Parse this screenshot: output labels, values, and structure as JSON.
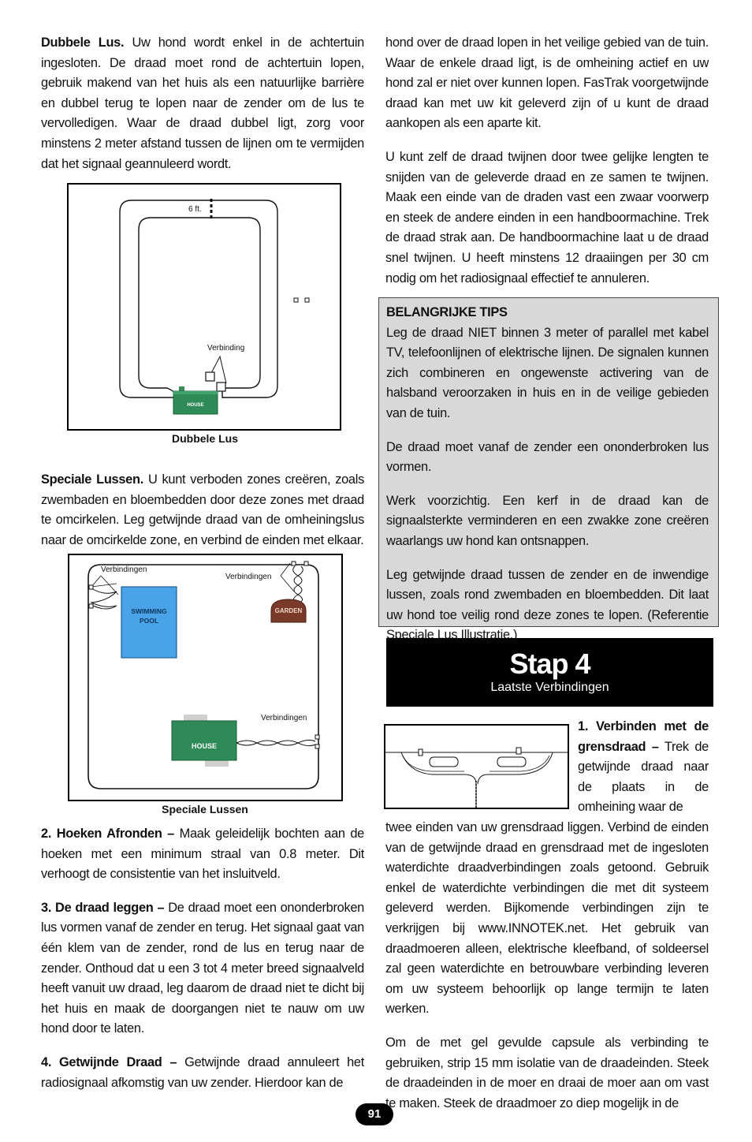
{
  "left": {
    "p1_bold": "Dubbele Lus.",
    "p1_text": " Uw hond wordt enkel in de achtertuin ingesloten. De draad moet rond de achtertuin lopen, gebruik makend van het huis als een natuurlijke barrière en dubbel terug te lopen naar de zender om de lus te vervolledigen. Waar de draad dubbel ligt, zorg voor minstens 2 meter afstand tussen de lijnen om te vermijden dat het signaal geannuleerd wordt.",
    "fig1": {
      "label_6ft": "6 ft.",
      "label_connection": "Verbinding",
      "label_house": "HOUSE",
      "caption": "Dubbele Lus"
    },
    "p2_bold": "Speciale Lussen.",
    "p2_text": " U kunt verboden zones creëren, zoals zwembaden en bloembedden door deze zones met draad te omcirkelen. Leg getwijnde draad van de omheiningslus naar de omcirkelde zone, en verbind de einden met elkaar.",
    "fig2": {
      "label_conn_left": "Verbindingen",
      "label_conn_top": "Verbindingen",
      "label_conn_right": "Verbindingen",
      "pool_line1": "SWIMMING",
      "pool_line2": "POOL",
      "garden": "GARDEN",
      "house": "HOUSE",
      "caption": "Speciale Lussen"
    },
    "p3_bold": "2. Hoeken Afronden –",
    "p3_text": " Maak geleidelijk bochten aan de hoeken met een minimum straal van 0.8 meter. Dit verhoogt de consistentie van het insluitveld.",
    "p4_bold": "3. De draad leggen –",
    "p4_text": " De draad moet een ononderbroken lus vormen vanaf de zender en terug. Het signaal gaat van één klem van de zender, rond de lus en terug naar de zender. Onthoud dat u een 3 tot 4 meter breed signaalveld heeft vanuit uw draad, leg daarom de draad niet te dicht bij het huis en maak de doorgangen niet te nauw om uw hond door te laten.",
    "p5_bold": "4. Getwijnde Draad –",
    "p5_text": " Getwijnde draad annuleert het radiosignaal afkomstig van uw zender. Hierdoor kan de"
  },
  "right": {
    "p1": "hond over de draad lopen in het veilige gebied van de tuin. Waar de enkele draad ligt, is de omheining actief en uw hond zal er niet over kunnen lopen. FasTrak voorgetwijnde draad kan met uw kit geleverd zijn of u kunt de draad aankopen als een aparte kit.",
    "p2": "U kunt zelf de draad twijnen door twee gelijke lengten te snijden van de geleverde draad en ze samen te twijnen. Maak een einde van de draden vast een zwaar voorwerp en steek de andere einden in een handboormachine. Trek de draad strak aan. De handboormachine laat u de draad snel twijnen. U heeft minstens 12 draaiingen per 30 cm nodig om het radiosignaal effectief te annuleren.",
    "tips": {
      "title": "BELANGRIJKE TIPS",
      "t1": "Leg de draad NIET binnen 3 meter of parallel met kabel TV, telefoonlijnen of elektrische lijnen. De signalen kunnen zich combineren en ongewenste activering van de halsband veroorzaken in  huis en in de veilige gebieden van de tuin.",
      "t2": "De draad moet vanaf de zender een ononderbroken lus vormen.",
      "t3": "Werk voorzichtig. Een kerf in de draad kan de signaalsterkte verminderen en een zwakke zone creëren waarlangs uw hond kan ontsnappen.",
      "t4": "Leg getwijnde draad tussen de zender en de inwendige lussen, zoals rond zwembaden en bloembedden. Dit laat uw hond toe veilig rond deze zones te lopen. (Referentie Speciale Lus Illustratie.)"
    },
    "stap_title": "Stap 4",
    "stap_sub": "Laatste Verbindingen",
    "s1_bold": "1. Verbinden met de grensdraad –",
    "s1_text": " Trek de getwijnde draad naar de plaats in de omheining waar de twee einden van uw grensdraad liggen. Verbind de einden van de getwijnde draad en grensdraad met de ingesloten waterdichte draadverbindingen zoals getoond. Gebruik enkel de waterdichte verbindingen die met dit systeem geleverd werden. Bijkomende verbindingen zijn te verkrijgen bij www.INNOTEK.net. Het gebruik van draadmoeren alleen, elektrische kleefband, of soldeersel zal geen waterdichte en betrouwbare verbinding leveren om uw systeem behoorlijk op lange termijn te laten werken.",
    "s2_text": "Om de met gel gevulde capsule als verbinding te gebruiken, strip 15 mm isolatie van de draadeinden. Steek de draadeinden in de moer en draai de moer aan om vast te maken. Steek de draadmoer zo diep mogelijk in de"
  },
  "page_number": "91"
}
